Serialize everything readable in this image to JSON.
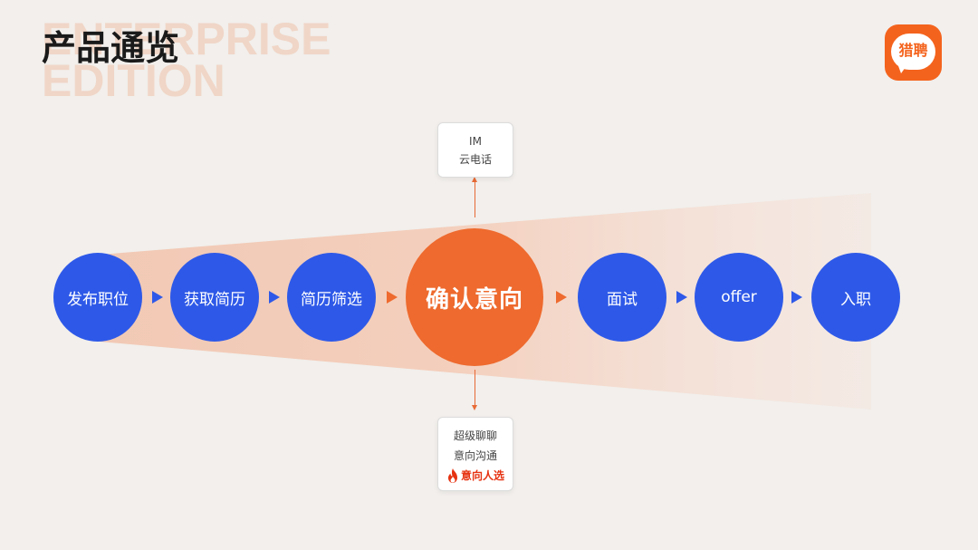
{
  "title": "产品通览",
  "watermark": {
    "line1": "ENTERPRISE",
    "line2": "EDITION"
  },
  "logo": {
    "text": "猎聘"
  },
  "colors": {
    "blue": "#2e59e8",
    "orange": "#ee6a2e",
    "accent_red": "#e63312"
  },
  "flow": {
    "steps": [
      {
        "label": "发布职位"
      },
      {
        "label": "获取简历"
      },
      {
        "label": "简历筛选"
      },
      {
        "label": "确认意向"
      },
      {
        "label": "面试"
      },
      {
        "label": "offer"
      },
      {
        "label": "入职"
      }
    ]
  },
  "top_card": {
    "line1": "IM",
    "line2": "云电话"
  },
  "bottom_card": {
    "line1": "超级聊聊",
    "line2": "意向沟通",
    "line3": "意向人选"
  }
}
